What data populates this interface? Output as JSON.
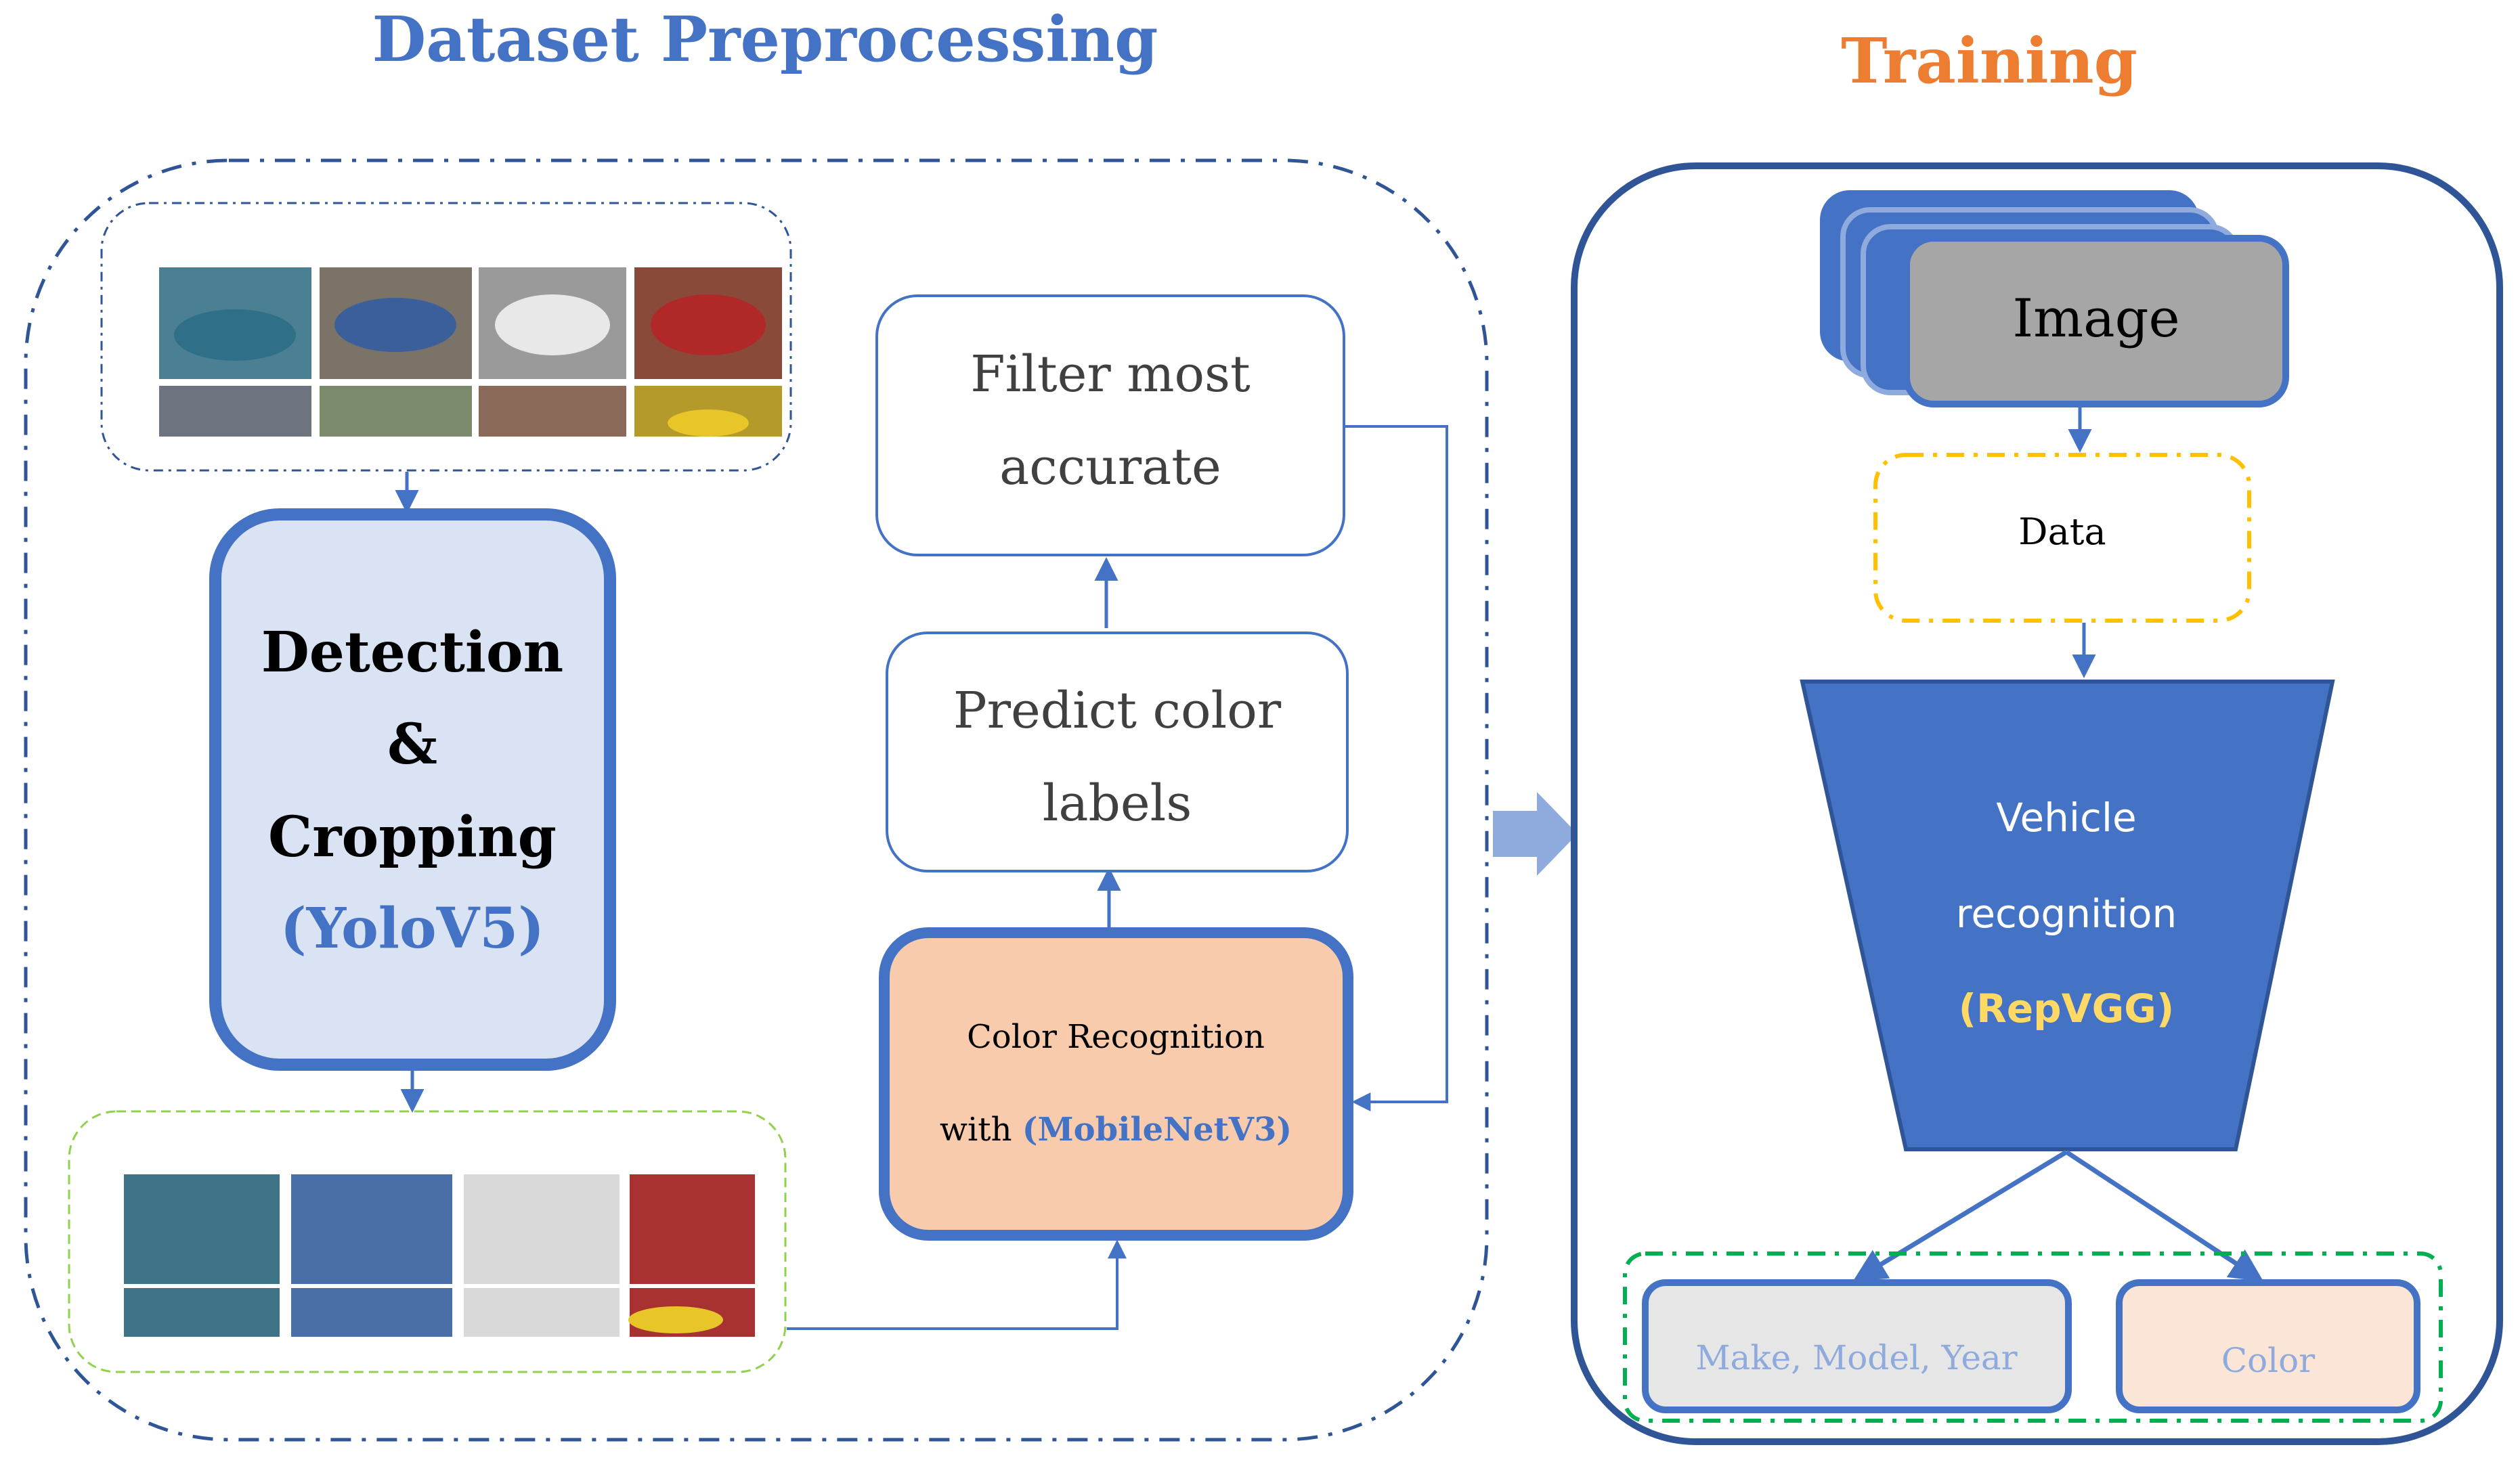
{
  "titles": {
    "preprocessing": "Dataset Preprocessing",
    "training": "Training"
  },
  "preprocessing": {
    "detection": {
      "line1": "Detection",
      "line2": "&",
      "line3": "Cropping",
      "model": "(YoloV5)"
    },
    "filter": {
      "line1": "Filter most",
      "line2": "accurate"
    },
    "predict": {
      "line1": "Predict color",
      "line2": "labels"
    },
    "color_recognition": {
      "line1": "Color Recognition",
      "line2_prefix": "with ",
      "model": "(MobileNetV3)"
    }
  },
  "training": {
    "image_label": "Image",
    "data_label": "Data",
    "model": {
      "line1": "Vehicle",
      "line2": "recognition",
      "name": "(RepVGG)"
    },
    "outputs": {
      "make_model_year": "Make, Model, Year",
      "color": "Color"
    }
  },
  "colors": {
    "accent_blue": "#4472c4",
    "title_blue": "#4472c4",
    "title_orange": "#ed7d31",
    "detection_fill": "#dae3f3",
    "color_recog_fill": "#f8cbad",
    "repvgg_fill": "#4472c4",
    "repvgg_model_text": "#ffd966",
    "data_border": "#ffc000",
    "output_border_green": "#00b050",
    "image_fill": "#a6a6a6",
    "make_fill": "#e7e6e6",
    "color_out_fill": "#fbe5d6",
    "muted_text": "#8faadc"
  }
}
